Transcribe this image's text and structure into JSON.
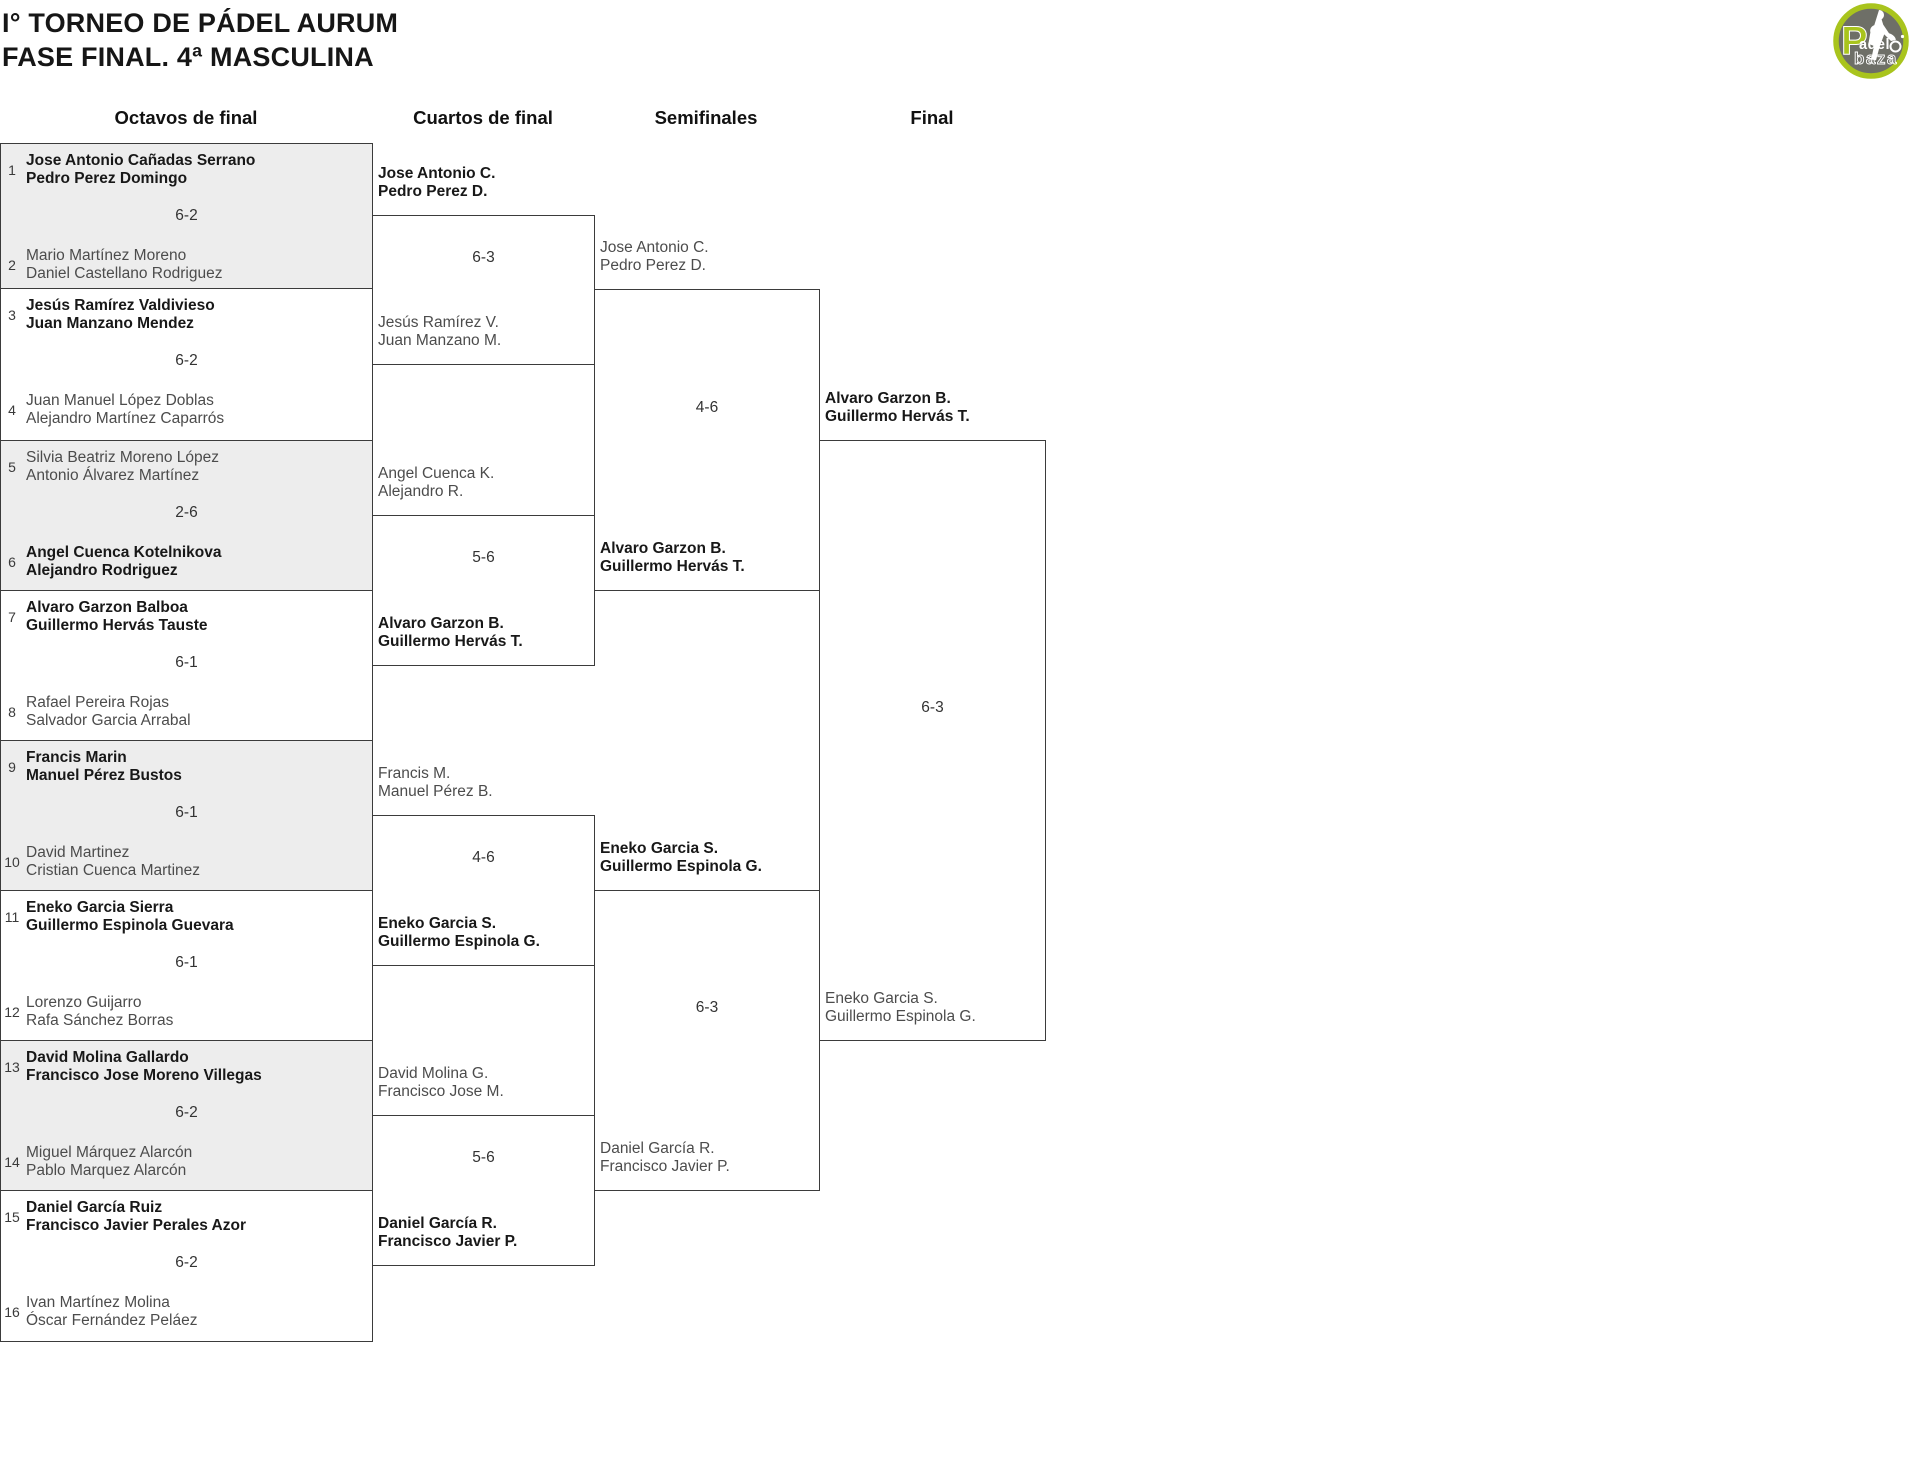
{
  "title": {
    "line1": "I° TORNEO DE PÁDEL AURUM",
    "line2": "FASE FINAL. 4ª MASCULINA"
  },
  "logo": {
    "text_p": "P",
    "text_adel": "adel",
    "text_baza": "baza",
    "ring_color": "#a9c41d",
    "disc_color": "#6e6f67"
  },
  "colors": {
    "winner_text": "#181818",
    "loser_text": "#4c4c4c",
    "line": "#3b3b3b",
    "block_alt_bg": "#ededed",
    "background": "#ffffff"
  },
  "columns": [
    {
      "label": "Octavos de final"
    },
    {
      "label": "Cuartos de final"
    },
    {
      "label": "Semifinales"
    },
    {
      "label": "Final"
    }
  ],
  "rounds": {
    "octavos": {
      "matches": [
        {
          "seed_top": "1",
          "top": [
            "Jose Antonio Cañadas Serrano",
            "Pedro Perez Domingo"
          ],
          "top_winner": true,
          "score": "6-2",
          "seed_bottom": "2",
          "bottom": [
            "Mario Martínez Moreno",
            "Daniel Castellano Rodriguez"
          ],
          "bottom_winner": false
        },
        {
          "seed_top": "3",
          "top": [
            "Jesús Ramírez Valdivieso",
            "Juan Manzano Mendez"
          ],
          "top_winner": true,
          "score": "6-2",
          "seed_bottom": "4",
          "bottom": [
            "Juan Manuel López Doblas",
            "Alejandro Martínez Caparrós"
          ],
          "bottom_winner": false
        },
        {
          "seed_top": "5",
          "top": [
            "Silvia Beatriz Moreno López",
            "Antonio Álvarez Martínez"
          ],
          "top_winner": false,
          "score": "2-6",
          "seed_bottom": "6",
          "bottom": [
            "Angel Cuenca Kotelnikova",
            "Alejandro Rodriguez"
          ],
          "bottom_winner": true
        },
        {
          "seed_top": "7",
          "top": [
            "Alvaro Garzon Balboa",
            "Guillermo Hervás Tauste"
          ],
          "top_winner": true,
          "score": "6-1",
          "seed_bottom": "8",
          "bottom": [
            "Rafael Pereira Rojas",
            "Salvador Garcia Arrabal"
          ],
          "bottom_winner": false
        },
        {
          "seed_top": "9",
          "top": [
            "Francis Marin",
            "Manuel Pérez Bustos"
          ],
          "top_winner": true,
          "score": "6-1",
          "seed_bottom": "10",
          "bottom": [
            "David Martinez",
            "Cristian Cuenca Martinez"
          ],
          "bottom_winner": false
        },
        {
          "seed_top": "11",
          "top": [
            "Eneko Garcia Sierra",
            "Guillermo Espinola Guevara"
          ],
          "top_winner": true,
          "score": "6-1",
          "seed_bottom": "12",
          "bottom": [
            "Lorenzo Guijarro",
            "Rafa Sánchez Borras"
          ],
          "bottom_winner": false
        },
        {
          "seed_top": "13",
          "top": [
            "David Molina Gallardo",
            "Francisco Jose Moreno Villegas"
          ],
          "top_winner": true,
          "score": "6-2",
          "seed_bottom": "14",
          "bottom": [
            "Miguel Márquez Alarcón",
            "Pablo Marquez Alarcón"
          ],
          "bottom_winner": false
        },
        {
          "seed_top": "15",
          "top": [
            "Daniel García Ruiz",
            "Francisco Javier Perales Azor"
          ],
          "top_winner": true,
          "score": "6-2",
          "seed_bottom": "16",
          "bottom": [
            "Ivan Martínez Molina",
            "Óscar Fernández Peláez"
          ],
          "bottom_winner": false
        }
      ]
    },
    "cuartos": {
      "matches": [
        {
          "top": [
            "Jose Antonio C.",
            "Pedro Perez D."
          ],
          "top_winner": true,
          "score": "6-3",
          "bottom": [
            "Jesús Ramírez V.",
            "Juan Manzano M."
          ],
          "bottom_winner": false
        },
        {
          "top": [
            "Angel Cuenca K.",
            "Alejandro R."
          ],
          "top_winner": false,
          "score": "5-6",
          "bottom": [
            "Alvaro Garzon B.",
            "Guillermo Hervás T."
          ],
          "bottom_winner": true
        },
        {
          "top": [
            "Francis M.",
            "Manuel Pérez B."
          ],
          "top_winner": false,
          "score": "4-6",
          "bottom": [
            "Eneko Garcia S.",
            "Guillermo Espinola G."
          ],
          "bottom_winner": true
        },
        {
          "top": [
            "David Molina G.",
            "Francisco Jose M."
          ],
          "top_winner": false,
          "score": "5-6",
          "bottom": [
            "Daniel García R.",
            "Francisco Javier P."
          ],
          "bottom_winner": true
        }
      ]
    },
    "semifinales": {
      "matches": [
        {
          "top": [
            "Jose Antonio C.",
            "Pedro Perez D."
          ],
          "top_winner": false,
          "score": "4-6",
          "bottom": [
            "Alvaro Garzon B.",
            "Guillermo Hervás T."
          ],
          "bottom_winner": true
        },
        {
          "top": [
            "Eneko Garcia S.",
            "Guillermo Espinola G."
          ],
          "top_winner": true,
          "score": "6-3",
          "bottom": [
            "Daniel García R.",
            "Francisco Javier P."
          ],
          "bottom_winner": false
        }
      ]
    },
    "final": {
      "matches": [
        {
          "top": [
            "Alvaro Garzon B.",
            "Guillermo Hervás T."
          ],
          "top_winner": true,
          "score": "6-3",
          "bottom": [
            "Eneko Garcia S.",
            "Guillermo Espinola G."
          ],
          "bottom_winner": false
        }
      ]
    }
  }
}
